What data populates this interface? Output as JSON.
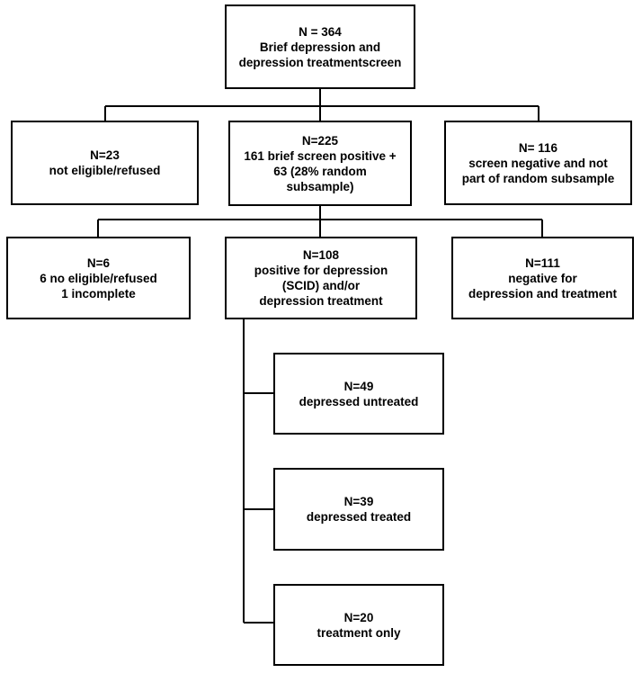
{
  "diagram": {
    "root": {
      "lines": [
        "N = 364",
        "Brief depression and",
        "depression treatmentscreen"
      ]
    },
    "level1": [
      {
        "lines": [
          "N=23",
          "not eligible/refused"
        ]
      },
      {
        "lines": [
          "N=225",
          "161 brief screen positive +",
          "63 (28% random",
          "subsample)"
        ]
      },
      {
        "lines": [
          "N= 116",
          "screen negative and not",
          "part of random subsample"
        ]
      }
    ],
    "level2": [
      {
        "lines": [
          "N=6",
          "6 no eligible/refused",
          "1 incomplete"
        ]
      },
      {
        "lines": [
          "N=108",
          "positive for depression",
          "(SCID) and/or",
          "depression treatment"
        ]
      },
      {
        "lines": [
          "N=111",
          "negative for",
          "depression and treatment"
        ]
      }
    ],
    "level3": [
      {
        "lines": [
          "N=49",
          "depressed untreated"
        ]
      },
      {
        "lines": [
          "N=39",
          "depressed treated"
        ]
      },
      {
        "lines": [
          "N=20",
          "treatment only"
        ]
      }
    ]
  }
}
